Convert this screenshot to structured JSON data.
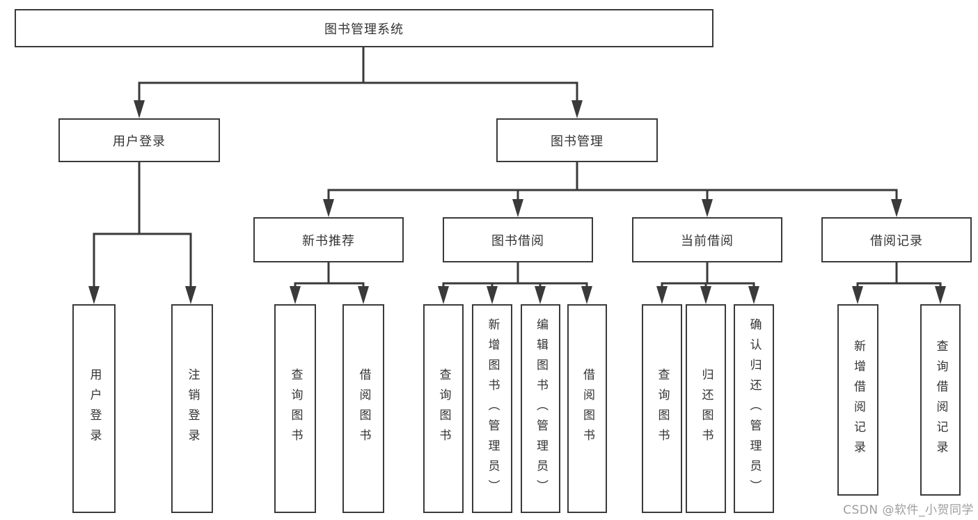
{
  "diagram_title": "图书管理系统",
  "tree": {
    "label": "图书管理系统",
    "children": [
      {
        "label": "用户登录",
        "children": [
          {
            "label": "用户登录"
          },
          {
            "label": "注销登录"
          }
        ]
      },
      {
        "label": "图书管理",
        "children": [
          {
            "label": "新书推荐",
            "children": [
              {
                "label": "查询图书"
              },
              {
                "label": "借阅图书"
              }
            ]
          },
          {
            "label": "图书借阅",
            "children": [
              {
                "label": "查询图书"
              },
              {
                "label": "新增图书（管理员）"
              },
              {
                "label": "编辑图书（管理员）"
              },
              {
                "label": "借阅图书"
              }
            ]
          },
          {
            "label": "当前借阅",
            "children": [
              {
                "label": "查询图书"
              },
              {
                "label": "归还图书"
              },
              {
                "label": "确认归还（管理员）"
              }
            ]
          },
          {
            "label": "借阅记录",
            "children": [
              {
                "label": "新增借阅记录"
              },
              {
                "label": "查询借阅记录"
              }
            ]
          }
        ]
      }
    ]
  },
  "watermark": {
    "text": "CSDN @软件_小贺同学"
  },
  "colors": {
    "line": "#3a3a3a",
    "box_border": "#3a3a3a",
    "text": "#333333",
    "watermark": "#9e9e9e",
    "background": "#ffffff"
  }
}
